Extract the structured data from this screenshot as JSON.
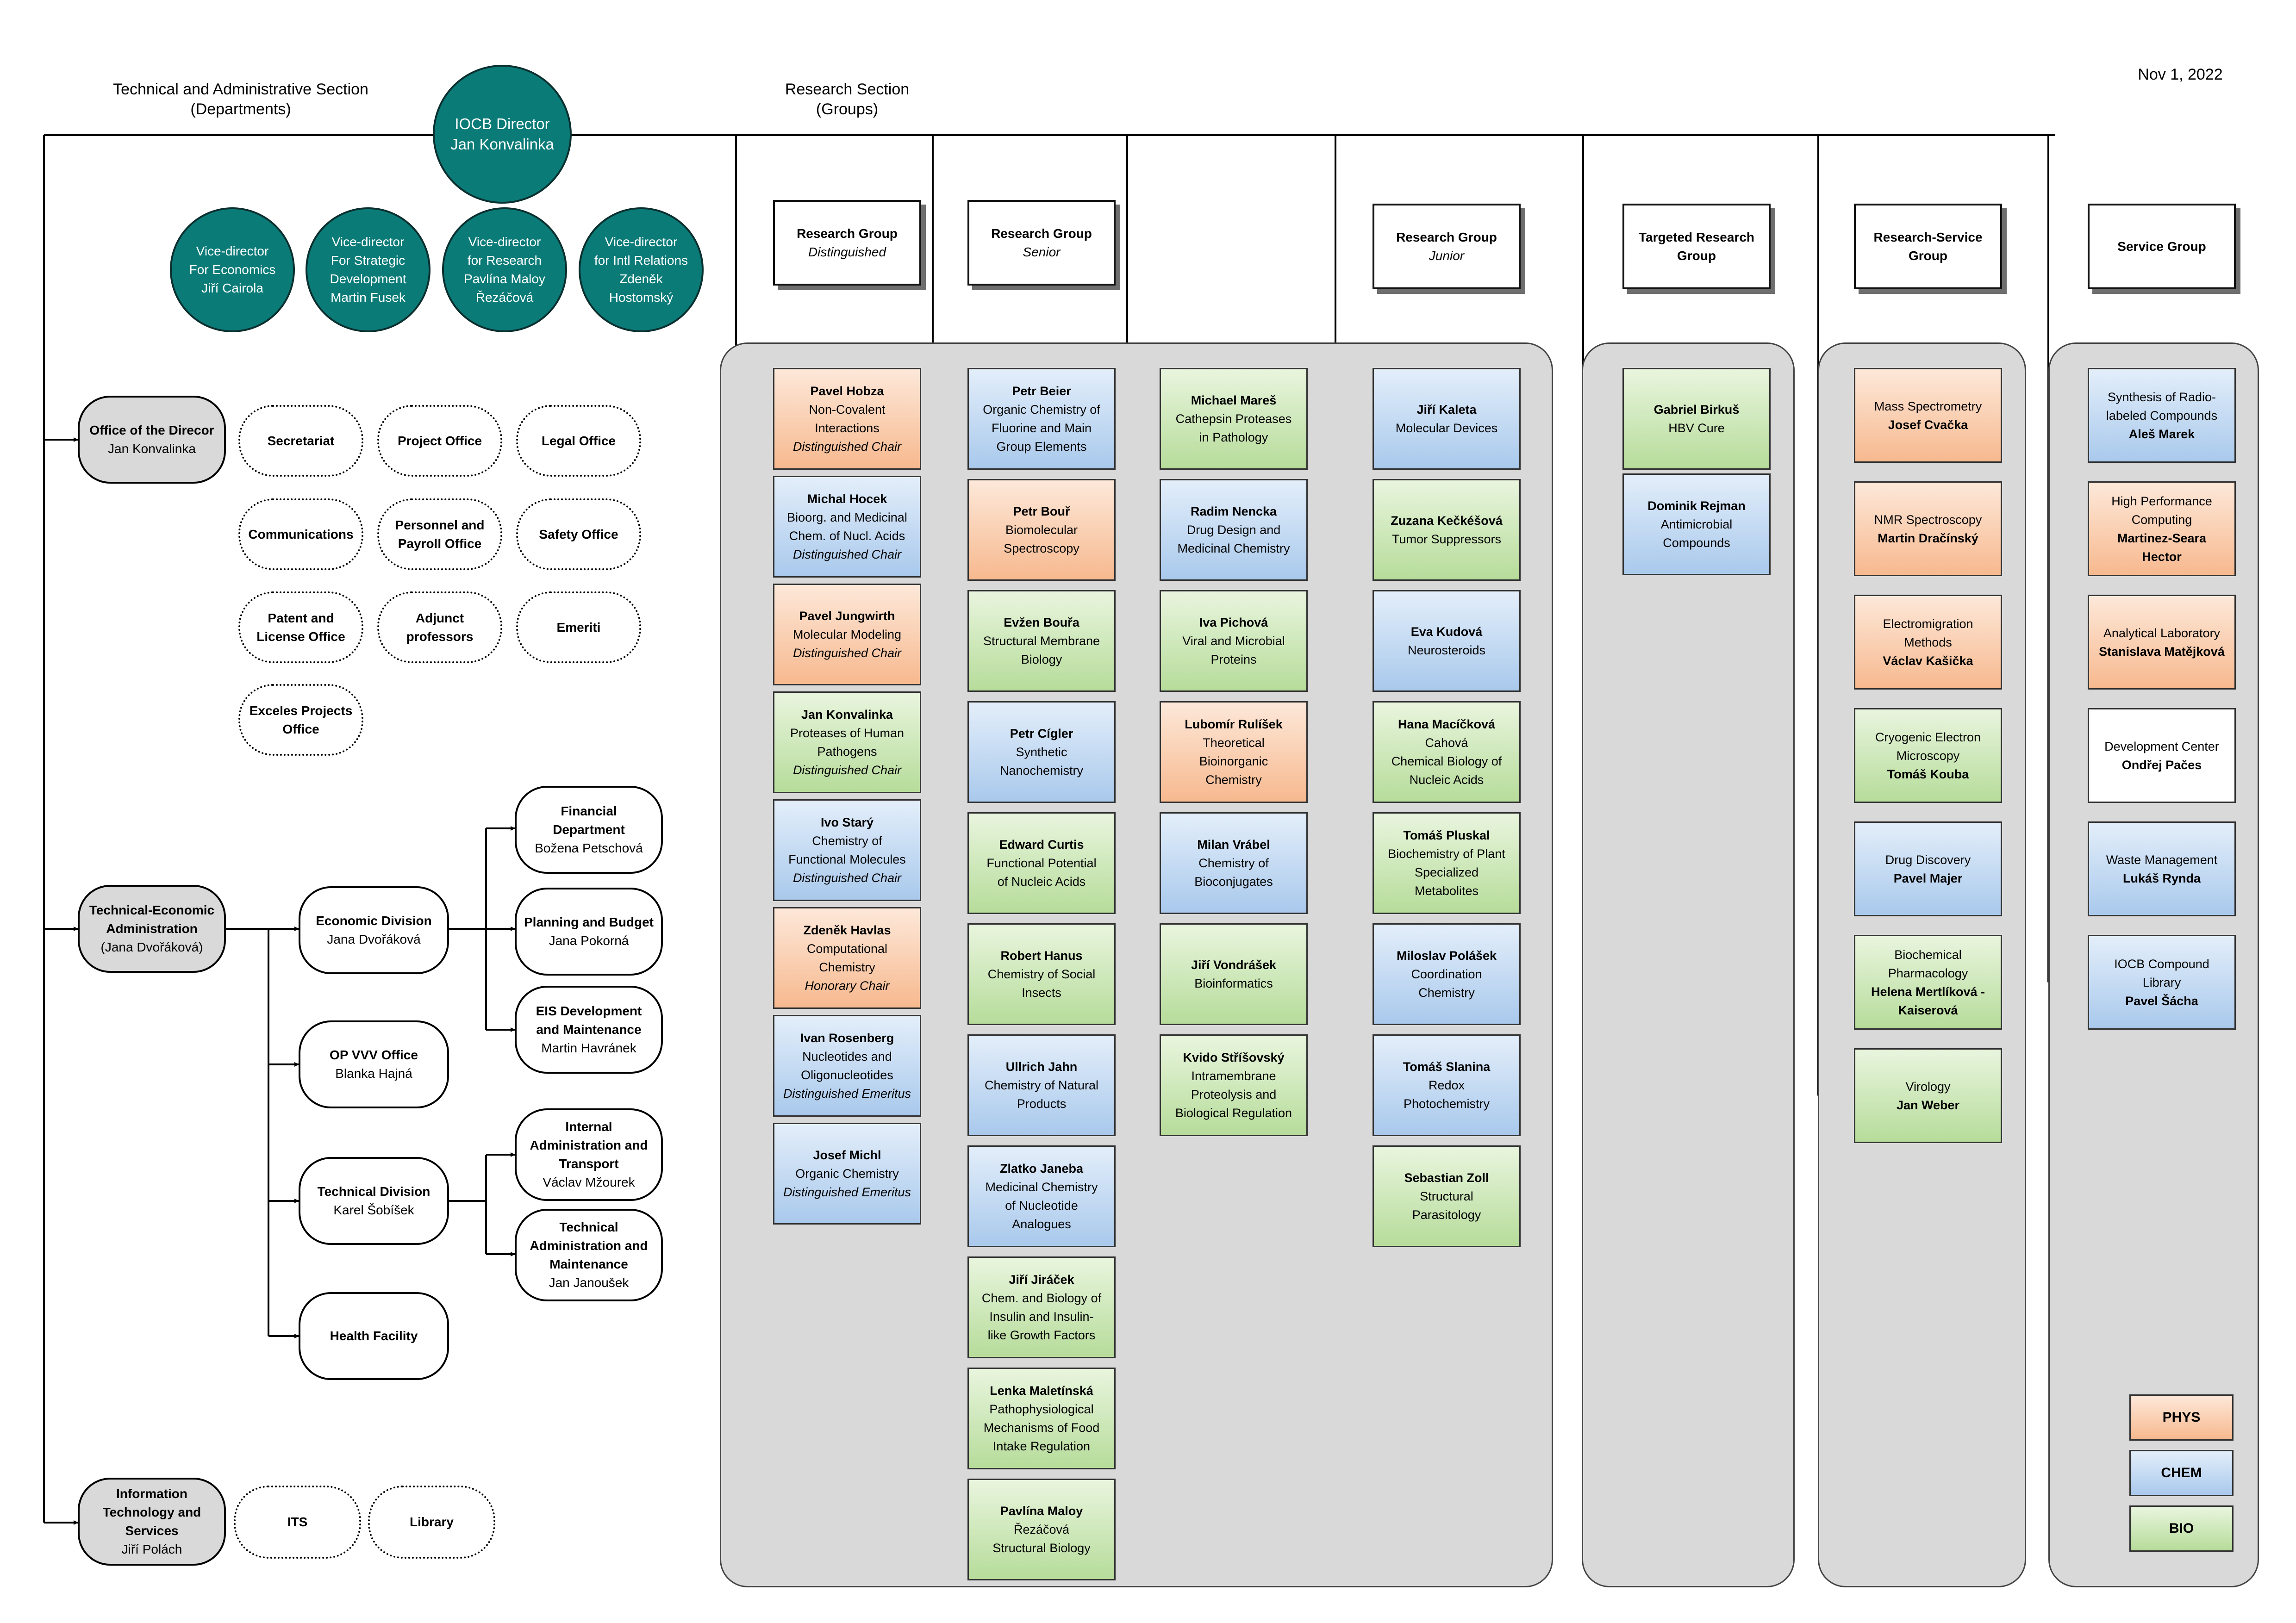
{
  "date": "Nov 1, 2022",
  "tech_section": {
    "line1": "Technical and Administrative Section",
    "line2": "(Departments)"
  },
  "research_section": {
    "line1": "Research Section",
    "line2": "(Groups)"
  },
  "director": {
    "title": "IOCB Director",
    "name": "Jan Konvalinka"
  },
  "vice_directors": [
    {
      "l1": "Vice-director",
      "l2": "For Economics",
      "l3": "",
      "name": "Jiří Cairola"
    },
    {
      "l1": "Vice-director",
      "l2": "For Strategic",
      "l3": "Development",
      "name": "Martin Fusek"
    },
    {
      "l1": "Vice-director",
      "l2": "for Research",
      "l3": "Pavlína Maloy",
      "name": "Řezáčová"
    },
    {
      "l1": "Vice-director",
      "l2": "for Intl Relations",
      "l3": "Zdeněk",
      "name": "Hostomský"
    }
  ],
  "admin_offices": [
    {
      "l1": "Office of the Direcor",
      "l2": "Jan Konvalinka"
    },
    {
      "l1": "Technical-Economic",
      "l2": "Administration",
      "l3": "(Jana Dvořáková)"
    },
    {
      "l1": "Information",
      "l2": "Technology and",
      "l3": "Services",
      "l4": "Jiří Polách"
    }
  ],
  "dotted_offices": [
    {
      "l1": "Secretariat",
      "l2": ""
    },
    {
      "l1": "Project Office",
      "l2": ""
    },
    {
      "l1": "Legal Office",
      "l2": ""
    },
    {
      "l1": "Communications",
      "l2": ""
    },
    {
      "l1": "Personnel and",
      "l2": "Payroll Office"
    },
    {
      "l1": "Safety Office",
      "l2": ""
    },
    {
      "l1": "Patent and",
      "l2": "License Office"
    },
    {
      "l1": "Adjunct",
      "l2": "professors"
    },
    {
      "l1": "Emeriti",
      "l2": ""
    },
    {
      "l1": "Exceles Projects",
      "l2": "Office"
    },
    {
      "l1": "ITS",
      "l2": ""
    },
    {
      "l1": "Library",
      "l2": ""
    }
  ],
  "divisions": [
    {
      "l1": "Economic Division",
      "l2": "Jana Dvořáková"
    },
    {
      "l1": "OP VVV Office",
      "l2": "Blanka Hajná"
    },
    {
      "l1": "Technical Division",
      "l2": "Karel Šobíšek"
    },
    {
      "l1": "Health Facility",
      "l2": ""
    }
  ],
  "departments": [
    {
      "b1": "Financial",
      "b2": "Department",
      "b3": "",
      "n": "Božena Petschová"
    },
    {
      "b1": "Planning and Budget",
      "b2": "",
      "b3": "",
      "n": "Jana Pokorná"
    },
    {
      "b1": "EIS Development",
      "b2": "and Maintenance",
      "b3": "",
      "n": "Martin Havránek"
    },
    {
      "b1": "Internal",
      "b2": "Administration and",
      "b3": "Transport",
      "n": "Václav Mžourek"
    },
    {
      "b1": "Technical",
      "b2": "Administration and",
      "b3": "Maintenance",
      "n": "Jan Janoušek"
    }
  ],
  "headers": [
    {
      "a": "Research Group",
      "b": "Distinguished"
    },
    {
      "a": "Research Group",
      "b": "Senior"
    },
    {
      "a": "Research Group",
      "b": "Junior"
    },
    {
      "a": "Targeted Research",
      "b": "Group"
    },
    {
      "a": "Research-Service",
      "b": "Group"
    },
    {
      "a": "Service Group",
      "b": ""
    }
  ],
  "groups": {
    "distinguished": [
      {
        "n": "Pavel Hobza",
        "d1": "Non-Covalent",
        "d2": "Interactions",
        "d3": "",
        "s": "Distinguished Chair",
        "c": "phys"
      },
      {
        "n": "Michal Hocek",
        "d1": "Bioorg. and Medicinal",
        "d2": "Chem. of Nucl. Acids",
        "d3": "",
        "s": "Distinguished Chair",
        "c": "chem"
      },
      {
        "n": "Pavel Jungwirth",
        "d1": "Molecular Modeling",
        "d2": "",
        "d3": "",
        "s": "Distinguished Chair",
        "c": "phys"
      },
      {
        "n": "Jan Konvalinka",
        "d1": "Proteases of Human",
        "d2": "Pathogens",
        "d3": "",
        "s": "Distinguished Chair",
        "c": "bio"
      },
      {
        "n": "Ivo Starý",
        "d1": "Chemistry of",
        "d2": "Functional Molecules",
        "d3": "",
        "s": "Distinguished Chair",
        "c": "chem"
      },
      {
        "n": "Zdeněk Havlas",
        "d1": "Computational",
        "d2": "Chemistry",
        "d3": "",
        "s": "Honorary Chair",
        "c": "phys"
      },
      {
        "n": "Ivan Rosenberg",
        "d1": "Nucleotides and",
        "d2": "Oligonucleotides",
        "d3": "",
        "s": "Distinguished Emeritus",
        "c": "chem"
      },
      {
        "n": "Josef Michl",
        "d1": "Organic Chemistry",
        "d2": "",
        "d3": "",
        "s": "Distinguished Emeritus",
        "c": "chem"
      }
    ],
    "senior_a": [
      {
        "n": "Petr Beier",
        "d1": "Organic Chemistry of",
        "d2": "Fluorine and Main",
        "d3": "Group Elements",
        "s": "",
        "c": "chem"
      },
      {
        "n": "Petr Bouř",
        "d1": "Biomolecular",
        "d2": "Spectroscopy",
        "d3": "",
        "s": "",
        "c": "phys"
      },
      {
        "n": "Evžen Bouřa",
        "d1": "Structural Membrane",
        "d2": "Biology",
        "d3": "",
        "s": "",
        "c": "bio"
      },
      {
        "n": "Petr Cígler",
        "d1": "Synthetic",
        "d2": "Nanochemistry",
        "d3": "",
        "s": "",
        "c": "chem"
      },
      {
        "n": "Edward Curtis",
        "d1": "Functional Potential",
        "d2": "of Nucleic Acids",
        "d3": "",
        "s": "",
        "c": "bio"
      },
      {
        "n": "Robert Hanus",
        "d1": "Chemistry of Social",
        "d2": "Insects",
        "d3": "",
        "s": "",
        "c": "bio"
      },
      {
        "n": "Ullrich Jahn",
        "d1": "Chemistry of Natural",
        "d2": "Products",
        "d3": "",
        "s": "",
        "c": "chem"
      },
      {
        "n": "Zlatko Janeba",
        "d1": "Medicinal Chemistry",
        "d2": "of Nucleotide",
        "d3": "Analogues",
        "s": "",
        "c": "chem"
      },
      {
        "n": "Jiří Jiráček",
        "d1": "Chem. and Biology of",
        "d2": "Insulin and  Insulin-",
        "d3": "like Growth Factors",
        "s": "",
        "c": "bio"
      },
      {
        "n": "Lenka Maletínská",
        "d1": "Pathophysiological",
        "d2": "Mechanisms of Food",
        "d3": "Intake Regulation",
        "s": "",
        "c": "bio"
      },
      {
        "n": "Pavlína Maloy",
        "d1": "Řezáčová",
        "d2": "Structural Biology",
        "d3": "",
        "s": "",
        "c": "bio"
      }
    ],
    "senior_b": [
      {
        "n": "Michael Mareš",
        "d1": "Cathepsin Proteases",
        "d2": "in Pathology",
        "d3": "",
        "s": "",
        "c": "bio"
      },
      {
        "n": "Radim Nencka",
        "d1": "Drug Design and",
        "d2": "Medicinal Chemistry",
        "d3": "",
        "s": "",
        "c": "chem"
      },
      {
        "n": "Iva Pichová",
        "d1": "Viral and Microbial",
        "d2": "Proteins",
        "d3": "",
        "s": "",
        "c": "bio"
      },
      {
        "n": "Lubomír Rulíšek",
        "d1": "Theoretical",
        "d2": "Bioinorganic",
        "d3": "Chemistry",
        "s": "",
        "c": "phys"
      },
      {
        "n": "Milan Vrábel",
        "d1": "Chemistry of",
        "d2": "Bioconjugates",
        "d3": "",
        "s": "",
        "c": "chem"
      },
      {
        "n": "Jiří Vondrášek",
        "d1": "Bioinformatics",
        "d2": "",
        "d3": "",
        "s": "",
        "c": "bio"
      },
      {
        "n": "Kvido Stříšovský",
        "d1": "Intramembrane",
        "d2": "Proteolysis and",
        "d3": "Biological Regulation",
        "s": "",
        "c": "bio"
      }
    ],
    "junior": [
      {
        "n": "Jiří Kaleta",
        "d1": "Molecular Devices",
        "d2": "",
        "d3": "",
        "s": "",
        "c": "chem"
      },
      {
        "n": "Zuzana Kečkéšová",
        "d1": "Tumor Suppressors",
        "d2": "",
        "d3": "",
        "s": "",
        "c": "bio"
      },
      {
        "n": "Eva Kudová",
        "d1": "Neurosteroids",
        "d2": "",
        "d3": "",
        "s": "",
        "c": "chem"
      },
      {
        "n": "Hana Macíčková",
        "d1": "Cahová",
        "d2": "Chemical Biology of",
        "d3": "Nucleic Acids",
        "s": "",
        "c": "bio"
      },
      {
        "n": "Tomáš Pluskal",
        "d1": "Biochemistry of Plant",
        "d2": "Specialized",
        "d3": "Metabolites",
        "s": "",
        "c": "bio"
      },
      {
        "n": "Miloslav Polášek",
        "d1": "Coordination",
        "d2": "Chemistry",
        "d3": "",
        "s": "",
        "c": "chem"
      },
      {
        "n": "Tomáš Slanina",
        "d1": "Redox",
        "d2": "Photochemistry",
        "d3": "",
        "s": "",
        "c": "chem"
      },
      {
        "n": "Sebastian Zoll",
        "d1": "Structural",
        "d2": "Parasitology",
        "d3": "",
        "s": "",
        "c": "bio"
      }
    ],
    "targeted": [
      {
        "n": "Gabriel Birkuš",
        "d1": "HBV Cure",
        "d2": "",
        "d3": "",
        "s": "",
        "c": "bio"
      },
      {
        "n": "Dominik Rejman",
        "d1": "Antimicrobial",
        "d2": "Compounds",
        "d3": "",
        "s": "",
        "c": "chem"
      }
    ],
    "research_service": [
      {
        "d1": "Mass Spectrometry",
        "d2": "",
        "n": "Josef Cvačka",
        "n2": "",
        "c": "phys"
      },
      {
        "d1": "NMR Spectroscopy",
        "d2": "",
        "n": "Martin Dračínský",
        "n2": "",
        "c": "phys"
      },
      {
        "d1": "Electromigration",
        "d2": "Methods",
        "n": "Václav Kašička",
        "n2": "",
        "c": "phys"
      },
      {
        "d1": "Cryogenic Electron",
        "d2": "Microscopy",
        "n": "Tomáš Kouba",
        "n2": "",
        "c": "bio"
      },
      {
        "d1": "Drug Discovery",
        "d2": "",
        "n": "Pavel Majer",
        "n2": "",
        "c": "chem"
      },
      {
        "d1": "Biochemical",
        "d2": "Pharmacology",
        "n": "Helena Mertlíková -",
        "n2": "Kaiserová",
        "c": "bio"
      },
      {
        "d1": "Virology",
        "d2": "",
        "n": "Jan Weber",
        "n2": "",
        "c": "bio"
      }
    ],
    "service": [
      {
        "d1": "Synthesis of Radio-",
        "d2": "labeled Compounds",
        "n": "Aleš Marek",
        "n2": "",
        "c": "chem"
      },
      {
        "d1": "High Performance",
        "d2": "Computing",
        "n": "Martinez-Seara",
        "n2": "Hector",
        "c": "phys"
      },
      {
        "d1": "Analytical Laboratory",
        "d2": "",
        "n": "Stanislava Matějková",
        "n2": "",
        "c": "phys"
      },
      {
        "d1": "Development Center",
        "d2": "",
        "n": "Ondřej Pačes",
        "n2": "",
        "c": "white"
      },
      {
        "d1": "Waste Management",
        "d2": "",
        "n": "Lukáš Rynda",
        "n2": "",
        "c": "chem"
      },
      {
        "d1": "IOCB Compound",
        "d2": "Library",
        "n": "Pavel Šácha",
        "n2": "",
        "c": "chem"
      }
    ]
  },
  "legend": {
    "phys": "PHYS",
    "chem": "CHEM",
    "bio": "BIO"
  },
  "colors": {
    "teal": "#0b7b78",
    "panel": "#d9d9d9",
    "phys": "#f7b98f",
    "chem": "#a9c9ec",
    "bio": "#b6dc9a"
  }
}
